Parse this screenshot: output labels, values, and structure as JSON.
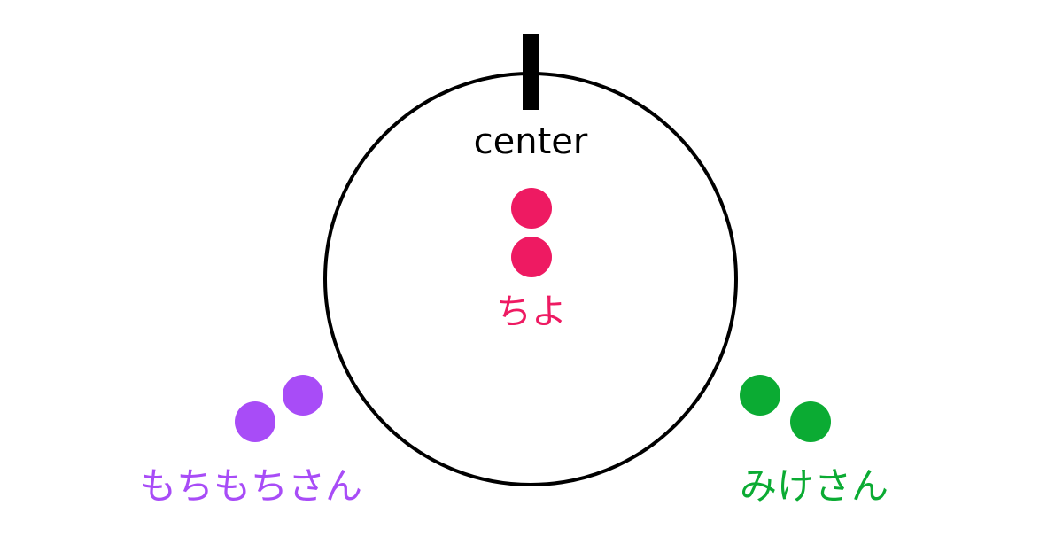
{
  "diagram": {
    "center_label": "center",
    "groups": {
      "chiyo": {
        "label": "ちよ",
        "color": "#ee1a62"
      },
      "mochimochi": {
        "label": "もちもちさん",
        "color": "#a84cf7"
      },
      "mike": {
        "label": "みけさん",
        "color": "#0bab33"
      }
    },
    "ring_color": "#000000"
  }
}
